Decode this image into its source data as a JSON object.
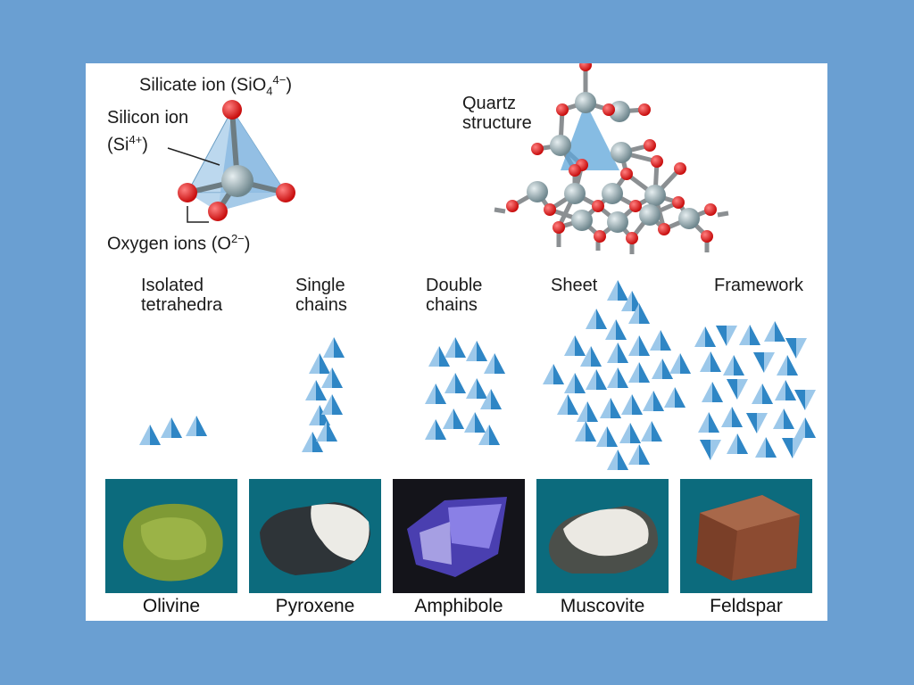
{
  "top": {
    "silicate_pre": "Silicate ion (SiO",
    "silicate_sub": "4",
    "silicate_sup": "4−",
    "silicate_post": ")",
    "silicon_line1": "Silicon ion",
    "silicon_pre": "(Si",
    "silicon_sup": "4+",
    "silicon_post": ")",
    "oxygen_pre": "Oxygen ions (O",
    "oxygen_sup": "2−",
    "oxygen_post": ")",
    "quartz": "Quartz\nstructure"
  },
  "structures": [
    {
      "label": "Isolated\ntetrahedra"
    },
    {
      "label": "Single\nchains"
    },
    {
      "label": "Double\nchains"
    },
    {
      "label": "Sheet"
    },
    {
      "label": "Framework"
    }
  ],
  "minerals": [
    {
      "name": "Olivine",
      "color": "#8ea43a"
    },
    {
      "name": "Pyroxene",
      "color": "#e8e6e0"
    },
    {
      "name": "Amphibole",
      "color": "#5a4fc0"
    },
    {
      "name": "Muscovite",
      "color": "#e6e4de"
    },
    {
      "name": "Feldspar",
      "color": "#8b4a2e"
    }
  ],
  "colors": {
    "background": "#6a9fd2",
    "tetra_blue": "#2f86c5",
    "tetra_light": "#9cc8ea",
    "oxygen_red": "#e01c1c",
    "silicon_gray": "#8fa6ad"
  }
}
